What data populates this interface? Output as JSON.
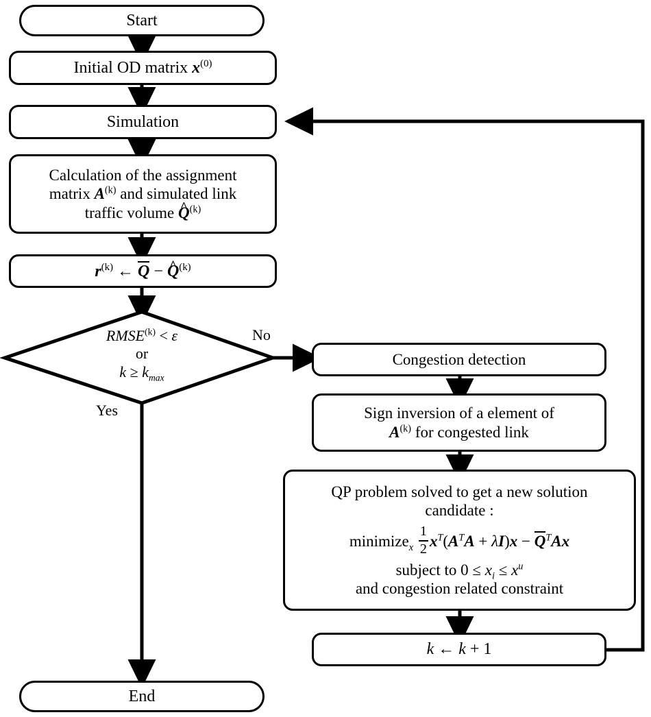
{
  "diagram": {
    "title": "OD matrix estimation iterative flowchart",
    "type": "flowchart",
    "colors": {
      "stroke": "#000000",
      "fill": "#ffffff",
      "text": "#000000"
    }
  },
  "nodes": {
    "start": {
      "label": "Start",
      "shape": "terminal"
    },
    "initial_od": {
      "label": "Initial OD matrix x(0)",
      "shape": "process"
    },
    "simulation": {
      "label": "Simulation",
      "shape": "process"
    },
    "calculation": {
      "label": "Calculation of the assignment matrix A(k) and simulated link traffic volume Q̂(k)",
      "shape": "process"
    },
    "residual": {
      "label": "r(k) ← Q̄ − Q̂(k)",
      "shape": "process"
    },
    "decision": {
      "label": "RMSE(k) < ε or k ≥ kmax",
      "shape": "diamond"
    },
    "congestion_detection": {
      "label": "Congestion detection",
      "shape": "process"
    },
    "sign_inversion": {
      "label": "Sign inversion of a element of A(k) for congested link",
      "shape": "process"
    },
    "qp_problem": {
      "label": "QP problem solved to get a new solution candidate : minimizex 1/2 xT(ATA + λI)x − Q̄TAx subject to 0 ≤ xi ≤ xu and congestion related constraint",
      "shape": "process"
    },
    "increment": {
      "label": "k ← k + 1",
      "shape": "process"
    },
    "end": {
      "label": "End",
      "shape": "terminal"
    }
  },
  "text": {
    "start": "Start",
    "initial_od_prefix": "Initial OD matrix ",
    "initial_od_var": "x",
    "initial_od_sup": "(0)",
    "simulation": "Simulation",
    "calc_line1": "Calculation of the assignment",
    "calc_line2_a": "matrix ",
    "calc_line2_var": "A",
    "calc_line2_sup": "(k)",
    "calc_line2_b": " and simulated link",
    "calc_line3_a": "traffic volume ",
    "calc_line3_var": "Q",
    "calc_line3_sup": "(k)",
    "residual_var1": "r",
    "residual_sup1": "(k)",
    "residual_arrow": "←",
    "residual_var2": "Q",
    "residual_minus": "−",
    "residual_var3": "Q",
    "residual_sup3": "(k)",
    "decision_line1_a": "RMSE",
    "decision_line1_sup": "(k)",
    "decision_line1_b": " < ",
    "decision_line1_eps": "ε",
    "decision_line2": "or",
    "decision_line3_a": "k",
    "decision_line3_ge": " ≥ ",
    "decision_line3_b": "k",
    "decision_line3_sub": "max",
    "branch_no": "No",
    "branch_yes": "Yes",
    "congestion_detection": "Congestion detection",
    "sign_line1": "Sign inversion of a element of",
    "sign_line2_var": "A",
    "sign_line2_sup": "(k)",
    "sign_line2_rest": " for congested link",
    "qp_line1": "QP problem solved to get a new solution",
    "qp_line2": "candidate :",
    "qp_min_word": "minimize",
    "qp_min_sub": "x",
    "qp_frac_num": "1",
    "qp_frac_den": "2",
    "qp_expr_x": "x",
    "qp_expr_T": "T",
    "qp_expr_open": "(",
    "qp_expr_A1": "A",
    "qp_expr_T2": "T",
    "qp_expr_A2": "A",
    "qp_expr_plus": " + ",
    "qp_expr_lambda": "λ",
    "qp_expr_I": "I",
    "qp_expr_close": ")",
    "qp_expr_x2": "x",
    "qp_expr_minus": " − ",
    "qp_expr_Q": "Q",
    "qp_expr_T3": "T",
    "qp_expr_A3": "A",
    "qp_expr_x3": "x",
    "qp_subject_a": "subject to 0 ≤ ",
    "qp_subject_x": "x",
    "qp_subject_sub": "i",
    "qp_subject_b": " ≤ ",
    "qp_subject_x2": "x",
    "qp_subject_sup": "u",
    "qp_line_last": "and congestion related constraint",
    "increment_k1": "k",
    "increment_arrow": " ← ",
    "increment_k2": "k",
    "increment_plus": " + 1",
    "end": "End"
  }
}
